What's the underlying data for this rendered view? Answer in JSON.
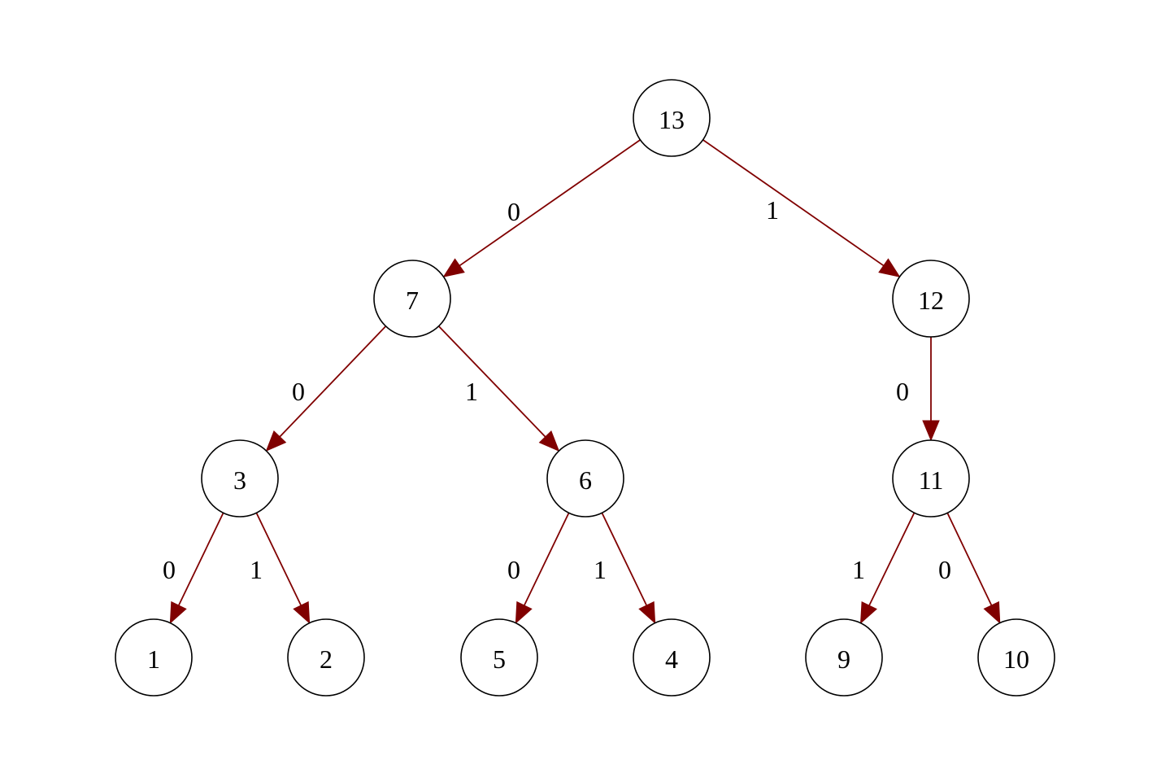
{
  "diagram": {
    "type": "binary-tree",
    "edge_color": "#800000",
    "node_stroke_color": "#000000",
    "nodes": [
      {
        "id": "n13",
        "label": "13"
      },
      {
        "id": "n7",
        "label": "7"
      },
      {
        "id": "n12",
        "label": "12"
      },
      {
        "id": "n3",
        "label": "3"
      },
      {
        "id": "n6",
        "label": "6"
      },
      {
        "id": "n11",
        "label": "11"
      },
      {
        "id": "n1",
        "label": "1"
      },
      {
        "id": "n2",
        "label": "2"
      },
      {
        "id": "n5",
        "label": "5"
      },
      {
        "id": "n4",
        "label": "4"
      },
      {
        "id": "n9",
        "label": "9"
      },
      {
        "id": "n10",
        "label": "10"
      }
    ],
    "edges": [
      {
        "from": "n13",
        "to": "n7",
        "label": "0"
      },
      {
        "from": "n13",
        "to": "n12",
        "label": "1"
      },
      {
        "from": "n7",
        "to": "n3",
        "label": "0"
      },
      {
        "from": "n7",
        "to": "n6",
        "label": "1"
      },
      {
        "from": "n12",
        "to": "n11",
        "label": "0"
      },
      {
        "from": "n3",
        "to": "n1",
        "label": "0"
      },
      {
        "from": "n3",
        "to": "n2",
        "label": "1"
      },
      {
        "from": "n6",
        "to": "n5",
        "label": "0"
      },
      {
        "from": "n6",
        "to": "n4",
        "label": "1"
      },
      {
        "from": "n11",
        "to": "n9",
        "label": "1"
      },
      {
        "from": "n11",
        "to": "n10",
        "label": "0"
      }
    ]
  }
}
